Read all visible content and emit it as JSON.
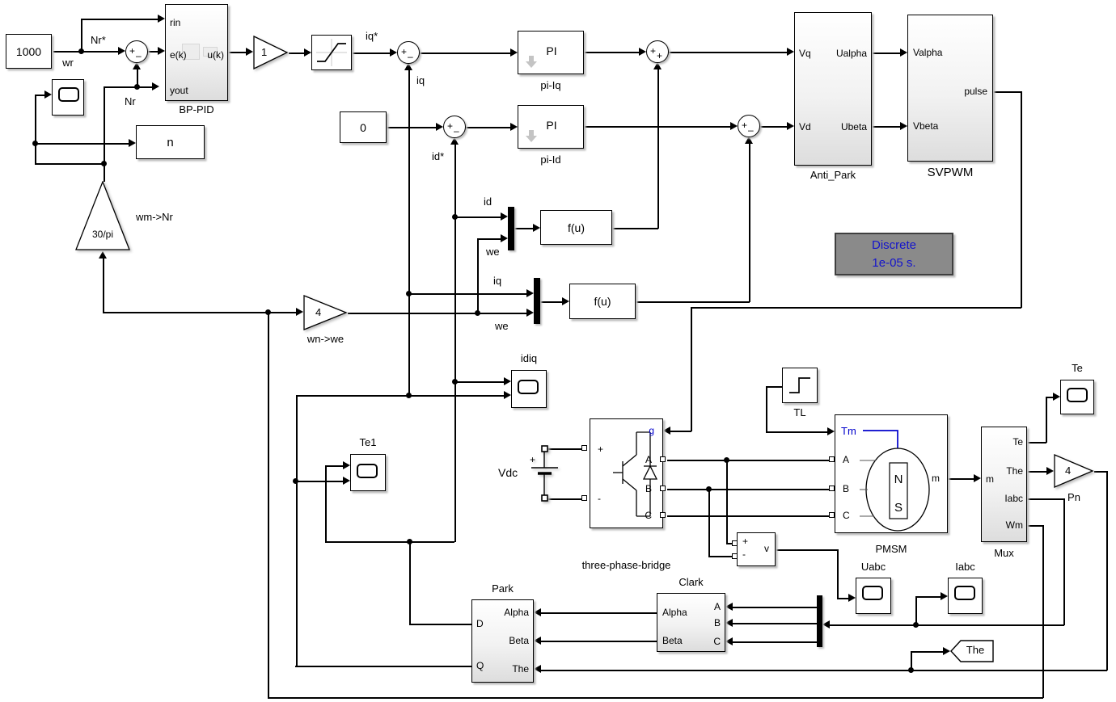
{
  "colors": {
    "background": "#ffffff",
    "wire": "#000000",
    "accent_blue": "#0000cc",
    "annotation_bg": "#8a8a8a",
    "annotation_text": "#1414cc",
    "block_shadow": "#bdbdbd"
  },
  "blocks": {
    "speed_ref": {
      "value": "1000"
    },
    "scope_wr": {
      "label": "wr"
    },
    "bp_pid": {
      "label": "BP-PID",
      "port_rin": "rin",
      "port_ek": "e(k)",
      "port_uk": "u(k)",
      "port_yout": "yout"
    },
    "n_block": {
      "label": "n"
    },
    "gain_wm_nr": {
      "value": "30/pi",
      "label": "wm->Nr"
    },
    "gain_unit": {
      "value": "1"
    },
    "gain_wn_we": {
      "value": "4",
      "label": "wn->we"
    },
    "gain_pn": {
      "value": "4",
      "label": "Pn"
    },
    "pi_iq": {
      "text": "PI",
      "label": "pi-Iq"
    },
    "pi_id": {
      "text": "PI",
      "label": "pi-Id"
    },
    "zero_ref": {
      "value": "0"
    },
    "anti_park": {
      "label": "Anti_Park",
      "port_vq": "Vq",
      "port_vd": "Vd",
      "port_ualpha": "Ualpha",
      "port_ubeta": "Ubeta"
    },
    "svpwm": {
      "label": "SVPWM",
      "port_valpha": "Valpha",
      "port_vbeta": "Vbeta",
      "port_pulse": "pulse"
    },
    "annotation": {
      "line1": "Discrete",
      "line2": "1e-05 s."
    },
    "fu_d": {
      "text": "f(u)"
    },
    "fu_q": {
      "text": "f(u)"
    },
    "scope_idiq": {
      "label": "idiq"
    },
    "scope_te1": {
      "label": "Te1"
    },
    "bridge": {
      "label": "three-phase-bridge",
      "port_g": "g",
      "port_plus": "+",
      "port_minus": "-",
      "port_a": "A",
      "port_b": "B",
      "port_c": "C"
    },
    "vdc": {
      "label": "Vdc",
      "plus": "+"
    },
    "tl": {
      "label": "TL"
    },
    "pmsm": {
      "label": "PMSM",
      "port_tm": "Tm",
      "port_a": "A",
      "port_b": "B",
      "port_c": "C",
      "port_m": "m",
      "rotor_n": "N",
      "rotor_s": "S"
    },
    "vmeter": {
      "plus": "+",
      "minus": "-",
      "v": "v"
    },
    "mux": {
      "label": "Mux",
      "port_m": "m",
      "port_te": "Te",
      "port_the": "The",
      "port_iabc": "Iabc",
      "port_wm": "Wm"
    },
    "scope_te": {
      "label": "Te"
    },
    "scope_uabc": {
      "label": "Uabc"
    },
    "scope_iabc": {
      "label": "Iabc"
    },
    "clark": {
      "label": "Clark",
      "port_alpha": "Alpha",
      "port_beta": "Beta",
      "port_a": "A",
      "port_b": "B",
      "port_c": "C"
    },
    "park": {
      "label": "Park",
      "port_d": "D",
      "port_q": "Q",
      "port_alpha": "Alpha",
      "port_beta": "Beta",
      "port_the": "The"
    },
    "goto_the": {
      "label": "The"
    }
  },
  "sums": {
    "speed": {
      "left": "+",
      "bottom": "–"
    },
    "iq": {
      "left": "+",
      "bottom": "–"
    },
    "id": {
      "left": "+",
      "bottom": "–"
    },
    "vq": {
      "left": "+",
      "bottom": "+"
    },
    "vd": {
      "left": "+",
      "bottom": "–"
    }
  },
  "wire_labels": {
    "nr_ref": "Nr*",
    "nr": "Nr",
    "iq_ref": "iq*",
    "iq_fb": "iq",
    "id_ref": "id*",
    "id_in": "id",
    "we_in1": "we",
    "iq_in": "iq",
    "we_in2": "we"
  }
}
